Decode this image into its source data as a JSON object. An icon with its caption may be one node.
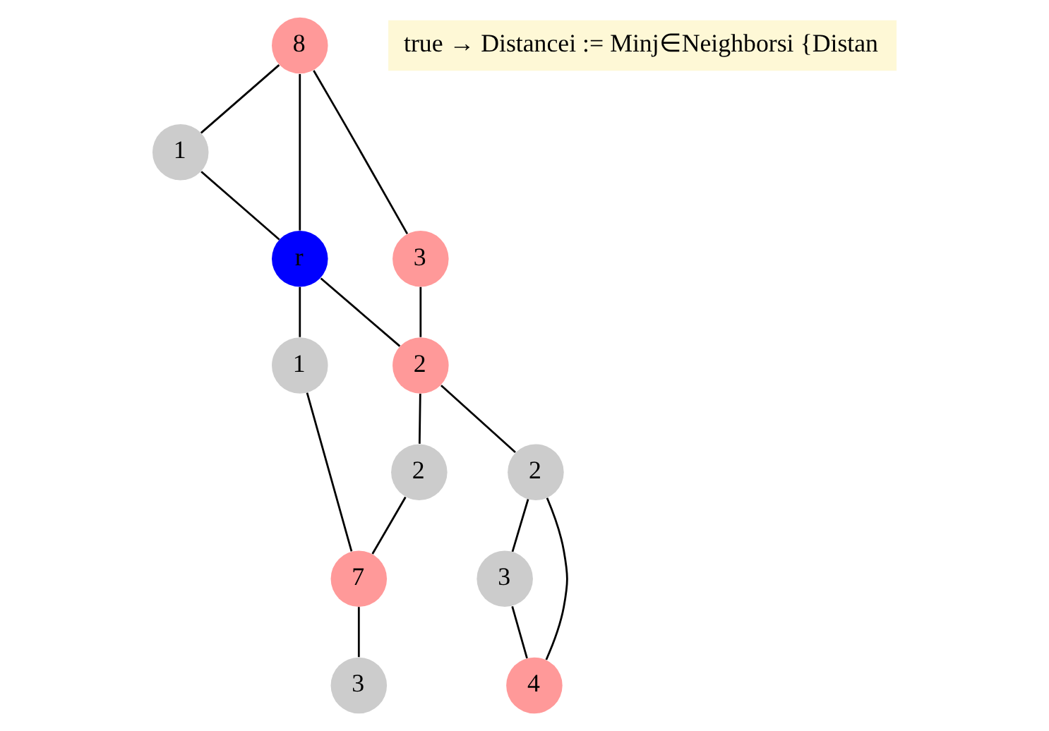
{
  "diagram": {
    "nodes": [
      {
        "text": [
          "8"
        ]
      },
      {
        "text": [
          "1"
        ]
      },
      {
        "text": [
          "3"
        ]
      },
      {
        "text": [
          "r"
        ]
      },
      {
        "text": [
          "1"
        ]
      },
      {
        "text": [
          "2"
        ]
      },
      {
        "text": [
          "7"
        ]
      },
      {
        "text": [
          "2"
        ]
      },
      {
        "text": [
          "2"
        ]
      },
      {
        "text": [
          "true → Distancei := Minj∈Neighborsi {Distan"
        ]
      },
      {
        "text": [
          "3"
        ]
      },
      {
        "text": [
          "4"
        ]
      },
      {
        "text": [
          "3"
        ]
      }
    ],
    "edges": [
      {
        "from": 0,
        "to": 1,
        "arrow": "none"
      },
      {
        "from": 0,
        "to": 2,
        "arrow": "none"
      },
      {
        "from": 0,
        "to": 3,
        "arrow": "none"
      },
      {
        "from": 1,
        "to": 3,
        "arrow": "none"
      },
      {
        "from": 2,
        "to": 5,
        "arrow": "none"
      },
      {
        "from": 3,
        "to": 5,
        "arrow": "none"
      },
      {
        "from": 3,
        "to": 4,
        "arrow": "none"
      },
      {
        "from": 4,
        "to": 6,
        "arrow": "none"
      },
      {
        "from": 5,
        "to": 8,
        "arrow": "none"
      },
      {
        "from": 8,
        "to": 6,
        "arrow": "none"
      },
      {
        "from": 5,
        "to": 7,
        "arrow": "none"
      },
      {
        "from": 7,
        "to": 10,
        "arrow": "none"
      },
      {
        "from": 7,
        "to": 11,
        "arrow": "none"
      },
      {
        "from": 10,
        "to": 11,
        "arrow": "none"
      },
      {
        "from": 6,
        "to": 12,
        "arrow": "none"
      }
    ]
  }
}
